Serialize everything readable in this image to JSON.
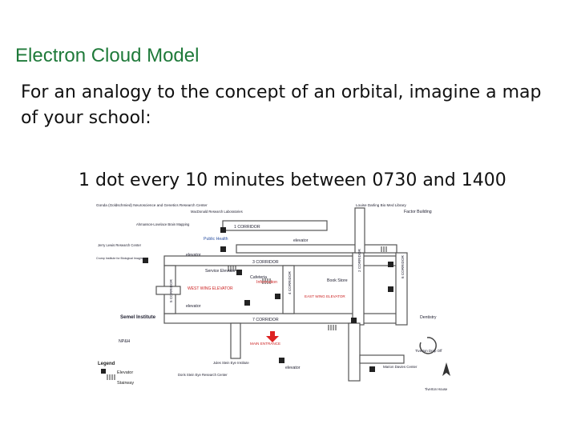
{
  "slide": {
    "title": "Electron Cloud Model",
    "body": "For an analogy to the concept of an orbital, imagine a map of your school:",
    "subtext": "1 dot every 10 minutes between 0730 and 1400"
  },
  "map": {
    "labels": {
      "gonda": "Gonda (Goldschmied) Neuroscience and Genetics Research Center",
      "macdonald": "MacDonald Research Laboratories",
      "louise_darling": "Louise Darling Bio Med Library",
      "factor": "Factor Building",
      "ahmanson": "Ahmanson-Lovelace Brain Mapping",
      "jerry_lewis": "Jerry Lewis Research Center",
      "crump": "Crump Institute for Biological Imaging",
      "public_health": "Public Health",
      "service_elevator": "Service Elevator",
      "cafeteria": "Cafeteria",
      "information": "Information",
      "west_wing": "WEST WING ELEVATOR",
      "book_store": "Book Store",
      "east_wing": "EAST WING ELEVATOR",
      "semel": "Semel Institute",
      "dentistry": "Dentistry",
      "main_entrance": "MAIN ENTRANCE",
      "tiverton": "Tiverton Drop Off",
      "marion_davies": "Marion Davies Center",
      "jules_stein": "Jules Stein Eye Institute",
      "doris_stein": "Doris Stein Eye Research Center",
      "tiverton_house": "Tiverton House",
      "np_h": "NP&H",
      "corridor_1": "1 CORRIDOR",
      "corridor_3": "3 CORRIDOR",
      "corridor_7": "7 CORRIDOR",
      "corridor_2": "2 CORRIDOR",
      "corridor_4": "4 CORRIDOR",
      "corridor_5": "5 CORRIDOR",
      "corridor_6": "6 CORRIDOR",
      "elevator": "elevator"
    },
    "legend": {
      "title": "Legend",
      "elevator": "Elevator",
      "stairway": "Stairway"
    }
  }
}
